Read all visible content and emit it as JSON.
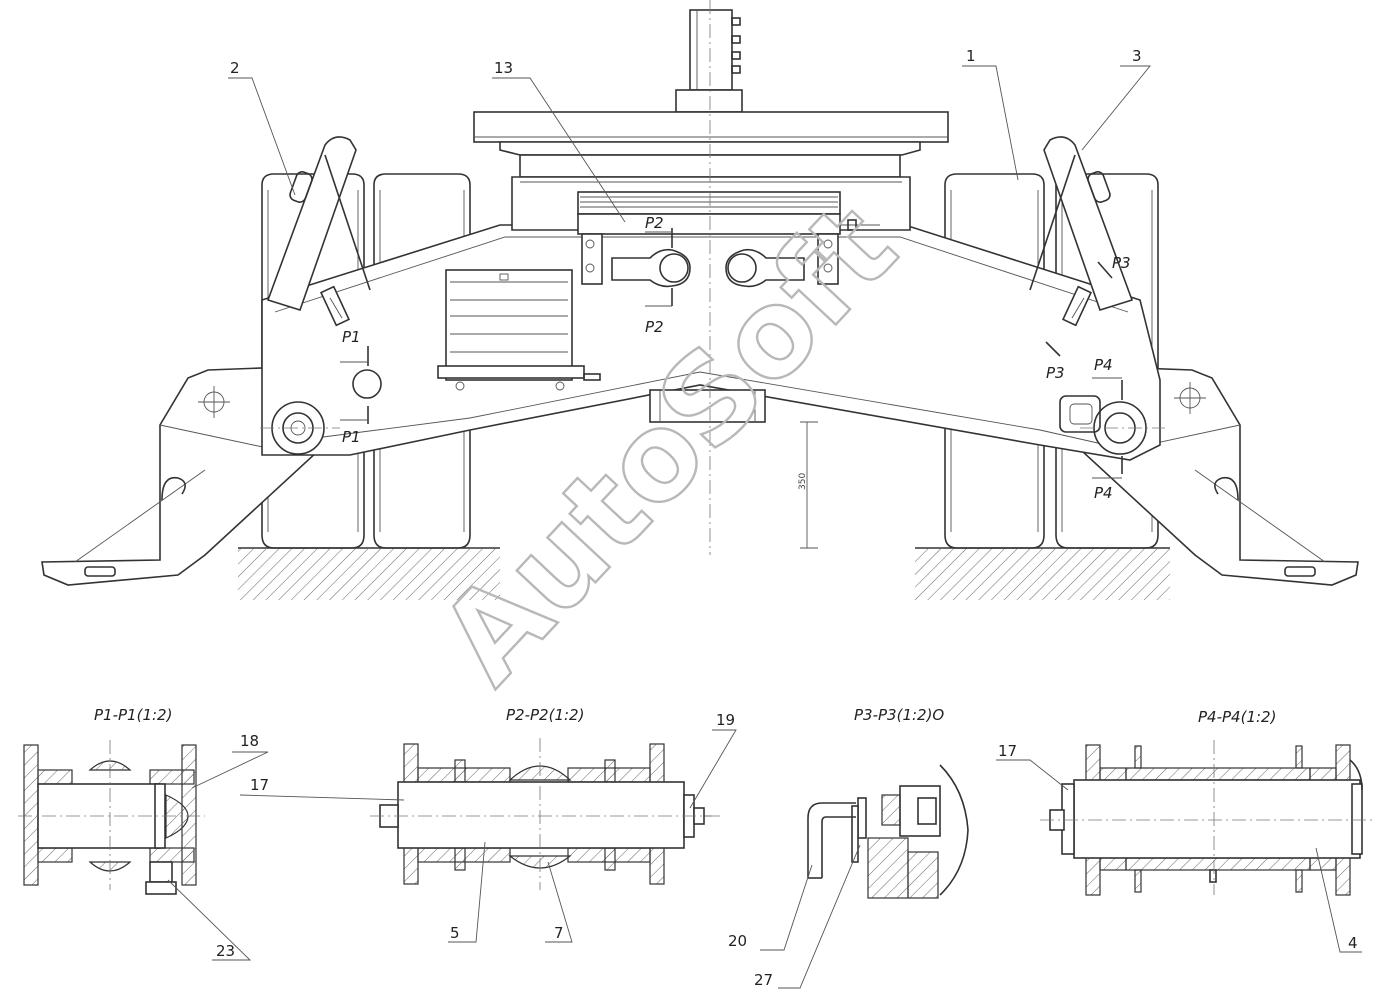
{
  "watermark": "AutoSoft",
  "callouts": [
    "2",
    "13",
    "1",
    "3",
    "18",
    "19",
    "17",
    "17",
    "23",
    "5",
    "7",
    "20",
    "27",
    "4"
  ],
  "section_marks": [
    "P1",
    "P1",
    "P2",
    "P2",
    "P3",
    "P3",
    "P4",
    "P4"
  ],
  "section_titles": [
    "P1-P1(1:2)",
    "P2-P2(1:2)",
    "P3-P3(1:2)O",
    "P4-P4(1:2)"
  ],
  "dimension": "350"
}
